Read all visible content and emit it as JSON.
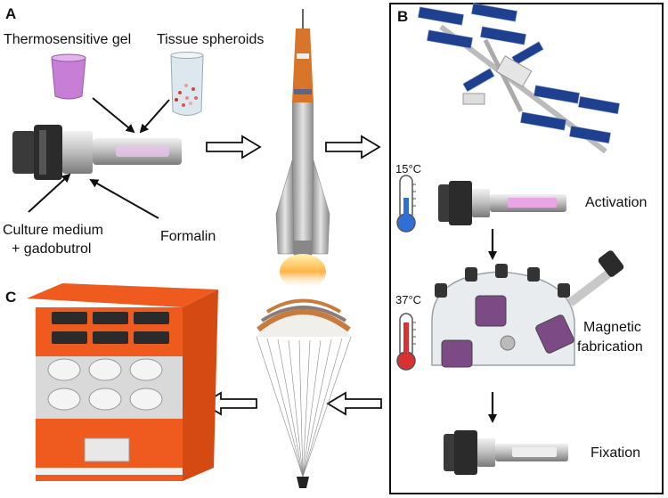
{
  "panels": {
    "a": {
      "letter": "A"
    },
    "b": {
      "letter": "B"
    },
    "c": {
      "letter": "C"
    }
  },
  "labels": {
    "thermosensitive_gel": "Thermosensitive gel",
    "tissue_spheroids": "Tissue spheroids",
    "culture_medium_line1": "Culture medium",
    "culture_medium_line2": "+ gadobutrol",
    "formalin": "Formalin"
  },
  "steps": {
    "temp_low": "15°C",
    "activation": "Activation",
    "temp_high": "37°C",
    "magnetic_line1": "Magnetic",
    "magnetic_line2": "fabrication",
    "fixation": "Fixation"
  },
  "colors": {
    "gel": "#c77fd6",
    "tube_pink": "#e9a6e6",
    "rocket_orange": "#d9742b",
    "container_orange": "#ef5a1e",
    "thermo_cold": "#2f6fd6",
    "thermo_hot": "#d63232",
    "panel_blue": "#1f3f8f"
  }
}
